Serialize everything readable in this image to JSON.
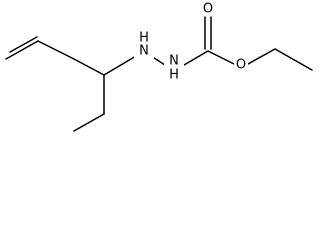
{
  "atom_labels": {
    "hydrazine_nh_left": "H",
    "hydrazine_n_left": "N",
    "hydrazine_nh_right": "H",
    "hydrazine_n_right": "N",
    "carbonyl_oxygen": "O",
    "ester_oxygen": "O"
  },
  "colors": {
    "bond": "#000000",
    "background": "#ffffff"
  }
}
